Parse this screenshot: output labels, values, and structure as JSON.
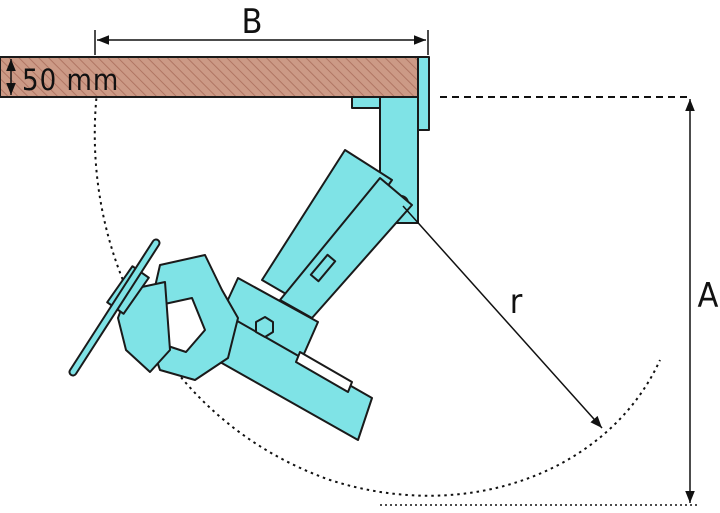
{
  "labels": {
    "dimension_B": "B",
    "thickness": "50 mm",
    "radius": "r",
    "dimension_A": "A"
  },
  "colors": {
    "vise_body": "#7fe3e6",
    "vise_outline": "#1a1a1a",
    "table_wood": "#cc9a86",
    "table_hatch": "#b07563",
    "dim_line": "#111111"
  }
}
